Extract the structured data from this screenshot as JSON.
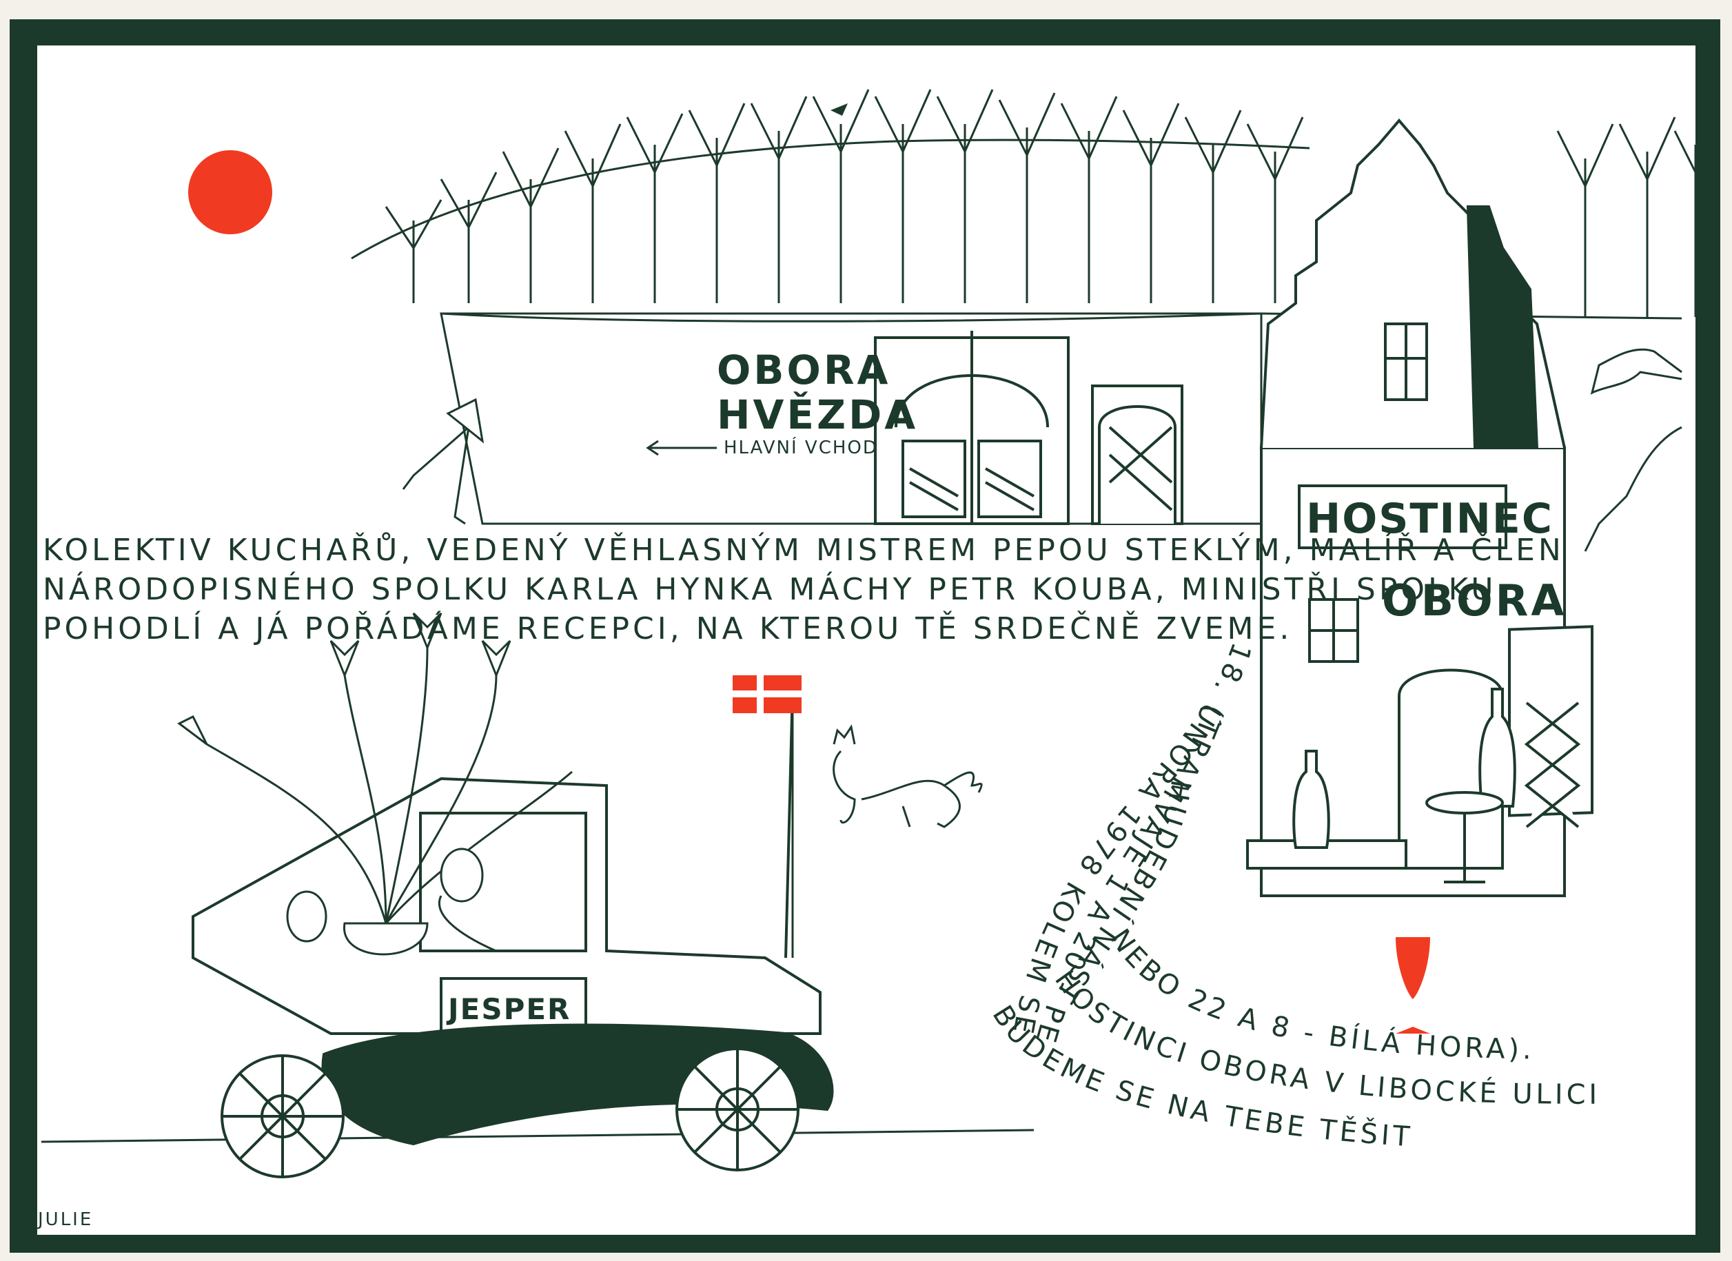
{
  "colors": {
    "ink": "#1c3a2b",
    "accent_red": "#f03b22",
    "paper": "#ffffff",
    "border": "#1c3a2b"
  },
  "gate_sign": {
    "line1": "OBORA",
    "line2": "HVĚZDA",
    "arrow_label": "HLAVNÍ VCHOD"
  },
  "inn": {
    "sign": "HOSTINEC",
    "name": "OBORA"
  },
  "invitation": {
    "line1": "KOLEKTIV KUCHAŘŮ, VEDENÝ VĚHLASNÝM MISTREM PEPOU STEKLÝM, MALÍŘ A ČLEN",
    "line2": "NÁRODOPISNÉHO SPOLKU KARLA HYNKA MÁCHY PETR KOUBA, MINISTŘI SPOLKU",
    "line3": "POHODLÍ A JÁ POŘÁDÁME RECEPCI, NA KTEROU TĚ SRDEČNĚ ZVEME."
  },
  "curved_text": {
    "inner": "HUDEBNÍ NÁSTROJE VÍTÁNY.",
    "middle": "(TRAMVAJE 1 A 20 - PETŘINY V LIBOCKÉ ULICI",
    "outer": "18. ÚNORA 1978 KOLEM SEDMNÁCTÉ HODINY V",
    "outer2": "HOSTINCI OBORA V LIBOCKÉ ULICI",
    "bottom1": "BUDEME SE NA TEBE TĚŠIT",
    "bottom2": "NEBO 22 A 8 - BÍLÁ HORA)."
  },
  "car": {
    "label": "JESPER"
  },
  "signature": "JULIE",
  "icons": [
    "sun-icon",
    "danish-flag-icon",
    "cat-icon",
    "wine-glass-icon",
    "horse-icon",
    "bird-icon"
  ]
}
